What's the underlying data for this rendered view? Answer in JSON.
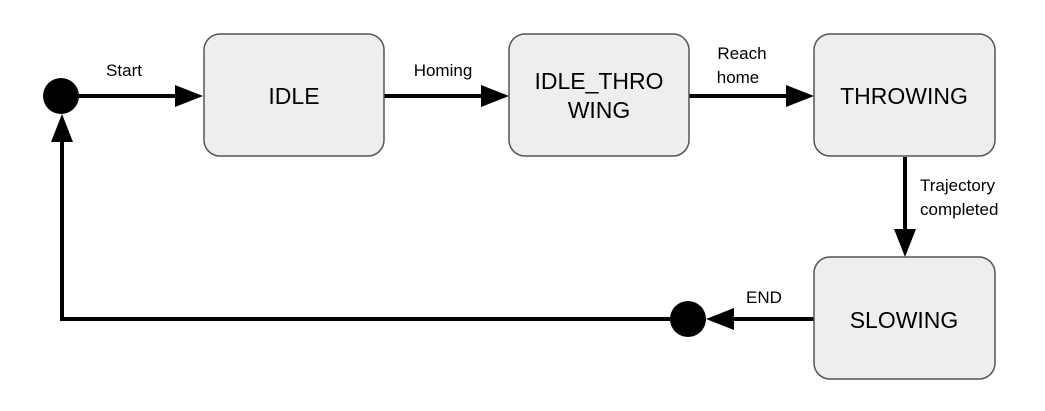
{
  "diagram": {
    "type": "state-machine",
    "colors": {
      "state_fill": "#eeeeee",
      "state_stroke": "#555555",
      "line": "#000000",
      "node": "#000000"
    },
    "states": {
      "idle": {
        "label": "IDLE"
      },
      "idle_throwing": {
        "label_line1": "IDLE_THRO",
        "label_line2": "WING"
      },
      "throwing": {
        "label": "THROWING"
      },
      "slowing": {
        "label": "SLOWING"
      }
    },
    "pseudo_nodes": {
      "initial": "start-node",
      "final": "end-node"
    },
    "transitions": {
      "start": {
        "label": "Start",
        "from": "initial",
        "to": "IDLE"
      },
      "homing": {
        "label": "Homing",
        "from": "IDLE",
        "to": "IDLE_THROWING"
      },
      "reach_home": {
        "label_line1": "Reach",
        "label_line2": "home",
        "from": "IDLE_THROWING",
        "to": "THROWING"
      },
      "trajectory_completed": {
        "label_line1": "Trajectory",
        "label_line2": "completed",
        "from": "THROWING",
        "to": "SLOWING"
      },
      "end": {
        "label": "END",
        "from": "SLOWING",
        "to": "final"
      },
      "loop_back": {
        "from": "final",
        "to": "initial"
      }
    }
  }
}
